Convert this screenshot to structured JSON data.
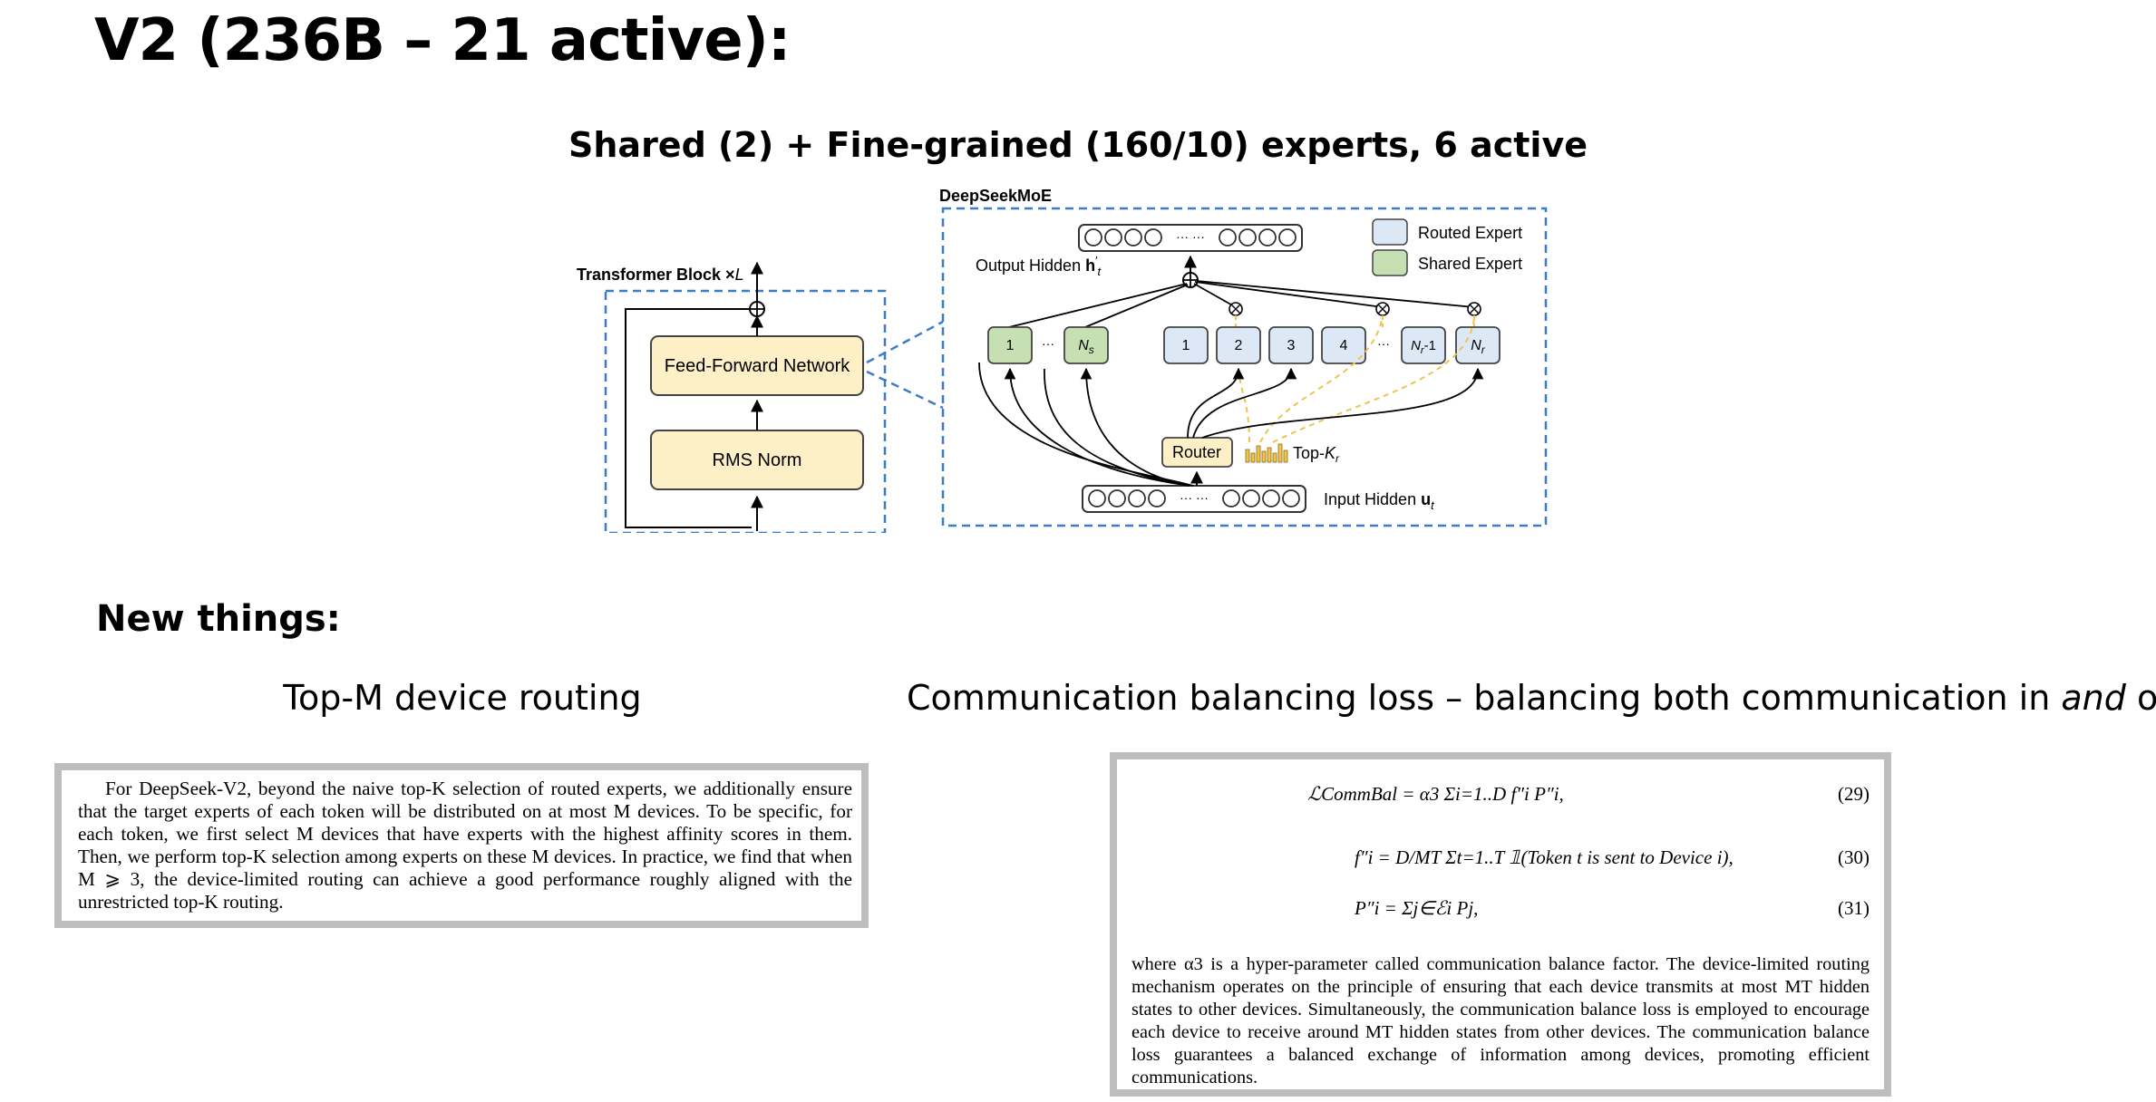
{
  "title": "V2 (236B – 21 active):",
  "subtitle": "Shared (2) + Fine-grained (160/10) experts, 6 active",
  "diagram": {
    "transformer_label": "Transformer Block ×L",
    "ffn_label": "Feed-Forward Network",
    "norm_label": "RMS Norm",
    "moe_label": "DeepSeekMoE",
    "output_label": "Output Hidden h′t",
    "input_label": "Input Hidden ut",
    "legend_routed": "Routed Expert",
    "legend_shared": "Shared Expert",
    "router_label": "Router",
    "topk_label": "Top-Kr",
    "shared_experts": [
      "1",
      "Ns"
    ],
    "routed_experts": [
      "1",
      "2",
      "3",
      "4",
      "Nr-1",
      "Nr"
    ],
    "ellipsis": "···",
    "colors": {
      "routed": "#dde8f6",
      "shared": "#c6e0b4",
      "ffn": "#fdefc6",
      "dashed_border": "#3a7cc6",
      "topk_line": "#f0c34e"
    }
  },
  "section_heading": "New things:",
  "left": {
    "heading": "Top-M device routing",
    "paragraph": "For DeepSeek-V2, beyond the naive top-K selection of routed experts, we additionally ensure that the target experts of each token will be distributed on at most M devices. To be specific, for each token, we first select M devices that have experts with the highest affinity scores in them. Then, we perform top-K selection among experts on these M devices. In practice, we find that when M ⩾ 3, the device-limited routing can achieve a good performance roughly aligned with the unrestricted top-K routing."
  },
  "right": {
    "heading_pre": "Communication balancing loss – balancing both communication in ",
    "heading_em": "and",
    "heading_post": " out",
    "eq1": "ℒCommBal = α3 Σi=1..D f″i P″i,",
    "eq1_num": "(29)",
    "eq2": "f″i = D/MT Σt=1..T 𝟙(Token t is sent to Device i),",
    "eq2_num": "(30)",
    "eq3": "P″i = Σj∈ℰi Pj,",
    "eq3_num": "(31)",
    "paragraph": "where α3 is a hyper-parameter called communication balance factor. The device-limited routing mechanism operates on the principle of ensuring that each device transmits at most MT hidden states to other devices. Simultaneously, the communication balance loss is employed to encourage each device to receive around MT hidden states from other devices. The communication balance loss guarantees a balanced exchange of information among devices, promoting efficient communications."
  }
}
